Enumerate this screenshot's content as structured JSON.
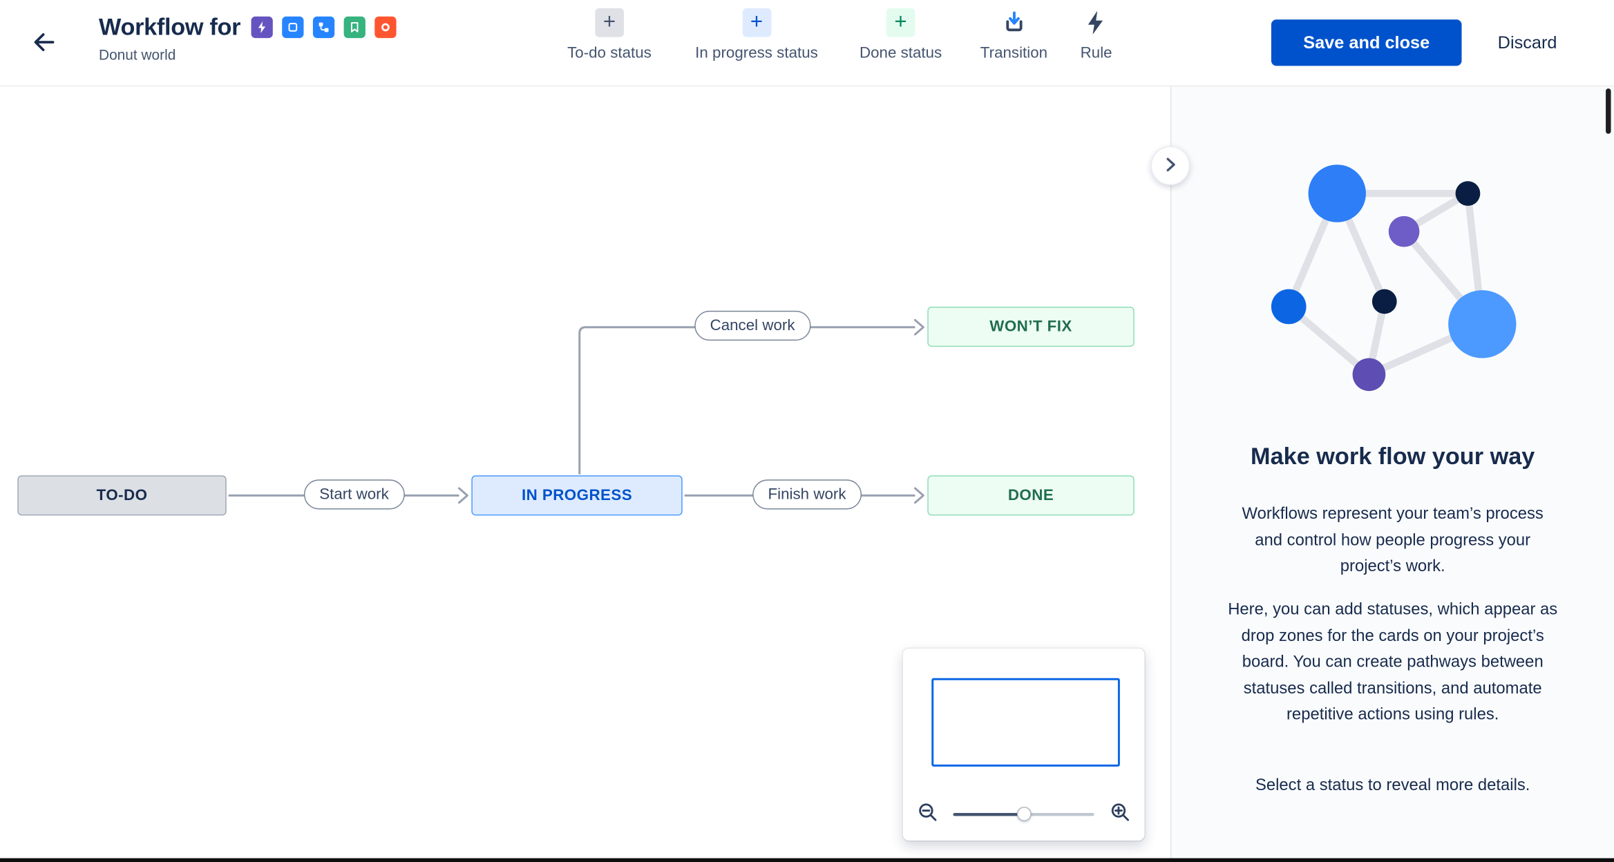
{
  "header": {
    "title": "Workflow for",
    "subtitle": "Donut world",
    "project_icons": [
      {
        "name": "bolt-icon",
        "bg": "#6554C0"
      },
      {
        "name": "square-icon",
        "bg": "#2684FF"
      },
      {
        "name": "branch-icon",
        "bg": "#2684FF"
      },
      {
        "name": "bookmark-icon",
        "bg": "#36B37E"
      },
      {
        "name": "donut-icon",
        "bg": "#FF5630"
      }
    ],
    "toolbar": [
      {
        "label": "To-do status",
        "icon": "plus-icon",
        "icon_bg": "#DFE1E6",
        "icon_color": "#44546F"
      },
      {
        "label": "In progress status",
        "icon": "plus-icon",
        "icon_bg": "#DEEBFF",
        "icon_color": "#0052CC"
      },
      {
        "label": "Done status",
        "icon": "plus-icon",
        "icon_bg": "#E3FCEF",
        "icon_color": "#00875A"
      },
      {
        "label": "Transition",
        "icon": "transition-icon"
      },
      {
        "label": "Rule",
        "icon": "lightning-icon"
      }
    ],
    "save_button": "Save and close",
    "discard_button": "Discard"
  },
  "canvas": {
    "nodes": [
      {
        "id": "todo",
        "label": "TO-DO",
        "type": "todo"
      },
      {
        "id": "inprogress",
        "label": "IN PROGRESS",
        "type": "inprogress"
      },
      {
        "id": "wontfix",
        "label": "WON’T FIX",
        "type": "done"
      },
      {
        "id": "done",
        "label": "DONE",
        "type": "done"
      }
    ],
    "transitions": [
      {
        "label": "Start work",
        "from": "todo",
        "to": "inprogress"
      },
      {
        "label": "Cancel work",
        "from": "inprogress",
        "to": "wontfix"
      },
      {
        "label": "Finish work",
        "from": "inprogress",
        "to": "done"
      }
    ]
  },
  "minimap": {
    "zoom_value_percent": 50
  },
  "sidebar": {
    "heading": "Make work flow your way",
    "paragraphs": [
      "Workflows represent your team’s process and control how people progress your project’s work.",
      "Here, you can add statuses, which appear as drop zones for the cards on your project’s board. You can create pathways between statuses called transitions, and automate repetitive actions using rules.",
      "Select a status to reveal more details."
    ]
  },
  "colors": {
    "primary_button": "#0052CC",
    "todo_node_bg": "#DCDFE4",
    "inprogress_node_bg": "#DEEBFF",
    "inprogress_node_text": "#0052CC",
    "done_node_bg": "#EDFDF3",
    "done_node_text": "#216E4E",
    "arrow_gray": "#98A1B0",
    "panel_bg": "#FAFBFC",
    "minimap_viewport_border": "#0C66E4"
  }
}
